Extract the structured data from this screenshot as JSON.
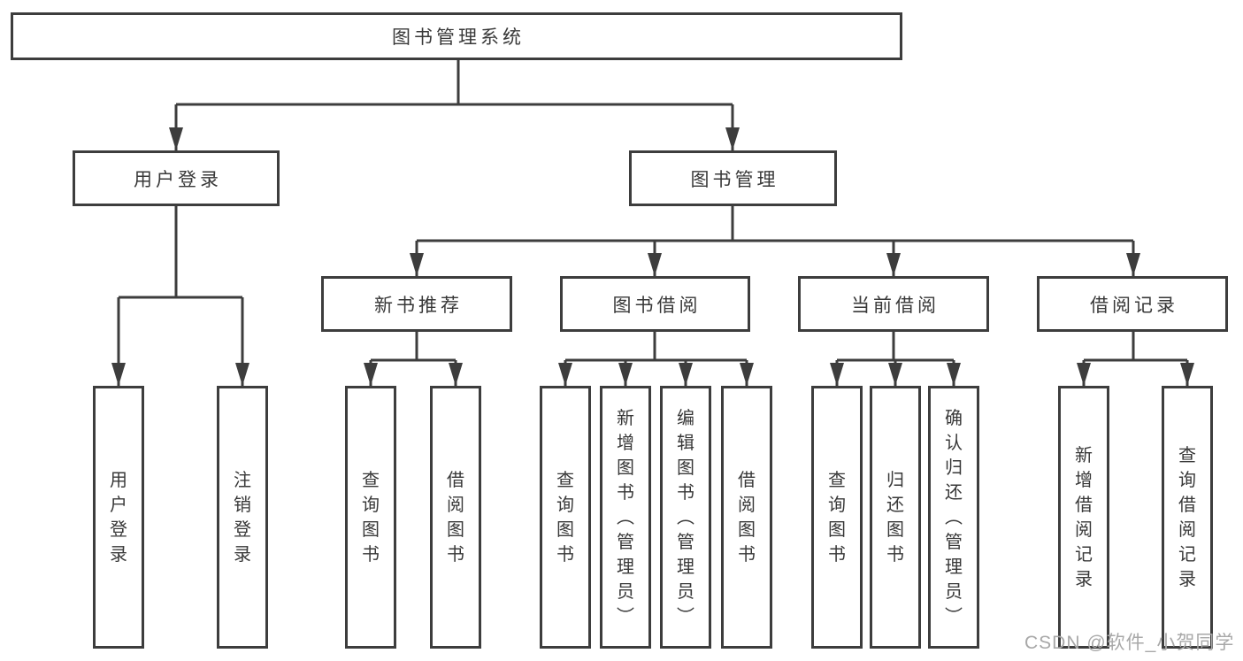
{
  "colors": {
    "line": "#3d3d3d",
    "box_border": "#3d3d3d",
    "text": "#383838",
    "watermark": "#a8a8a8",
    "background": "#ffffff"
  },
  "tree": {
    "root": "图书管理系统",
    "level2": {
      "user_login": "用户登录",
      "book_management": "图书管理"
    },
    "level3": {
      "new_book_recommend": "新书推荐",
      "book_borrowing": "图书借阅",
      "current_borrowing": "当前借阅",
      "borrowing_records": "借阅记录"
    },
    "leaves": {
      "user_login": [
        "用户登录",
        "注销登录"
      ],
      "new_book_recommend": [
        "查询图书",
        "借阅图书"
      ],
      "book_borrowing": [
        "查询图书",
        "新增图书（管理员）",
        "编辑图书（管理员）",
        "借阅图书"
      ],
      "current_borrowing": [
        "查询图书",
        "归还图书",
        "确认归还（管理员）"
      ],
      "borrowing_records": [
        "新增借阅记录",
        "查询借阅记录"
      ]
    }
  },
  "watermark": "CSDN @软件_小贺同学"
}
